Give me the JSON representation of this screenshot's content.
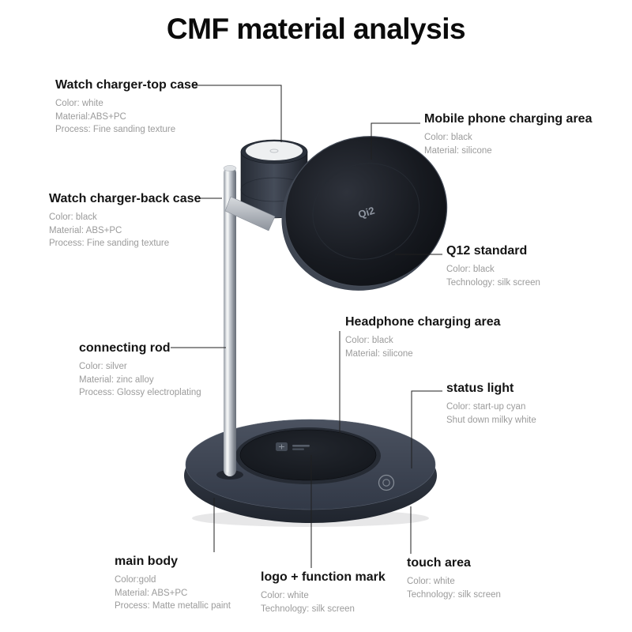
{
  "title": "CMF material analysis",
  "product": {
    "disc_logo": "Qi2"
  },
  "annotations": {
    "watch_top": {
      "title": "Watch charger-top case",
      "details": [
        "Color: white",
        "Material:ABS+PC",
        "Process: Fine sanding texture"
      ]
    },
    "phone_area": {
      "title": "Mobile phone charging area",
      "details": [
        "Color: black",
        "Material: silicone"
      ]
    },
    "watch_back": {
      "title": "Watch charger-back case",
      "details": [
        "Color: black",
        "Material: ABS+PC",
        "Process: Fine sanding texture"
      ]
    },
    "q12": {
      "title": "Q12 standard",
      "details": [
        "Color: black",
        "Technology: silk screen"
      ]
    },
    "rod": {
      "title": "connecting rod",
      "details": [
        "Color: silver",
        "Material: zinc alloy",
        "Process: Glossy electroplating"
      ]
    },
    "headphone": {
      "title": "Headphone charging area",
      "details": [
        "Color: black",
        "Material: silicone"
      ]
    },
    "status": {
      "title": "status light",
      "details": [
        "Color: start-up cyan",
        "Shut down milky white"
      ]
    },
    "main_body": {
      "title": "main body",
      "details": [
        "Color:gold",
        "Material: ABS+PC",
        "Process: Matte metallic paint"
      ]
    },
    "logo_mark": {
      "title": "logo + function mark",
      "details": [
        "Color: white",
        "Technology: silk screen"
      ]
    },
    "touch": {
      "title": "touch area",
      "details": [
        "Color: white",
        "Technology: silk screen"
      ]
    }
  },
  "colors": {
    "base_dark": "#39404d",
    "pad_black": "#12151b",
    "rod_silver": "#c6cad0",
    "line": "#1f1f1f",
    "detail_text": "#9b9b9b"
  }
}
